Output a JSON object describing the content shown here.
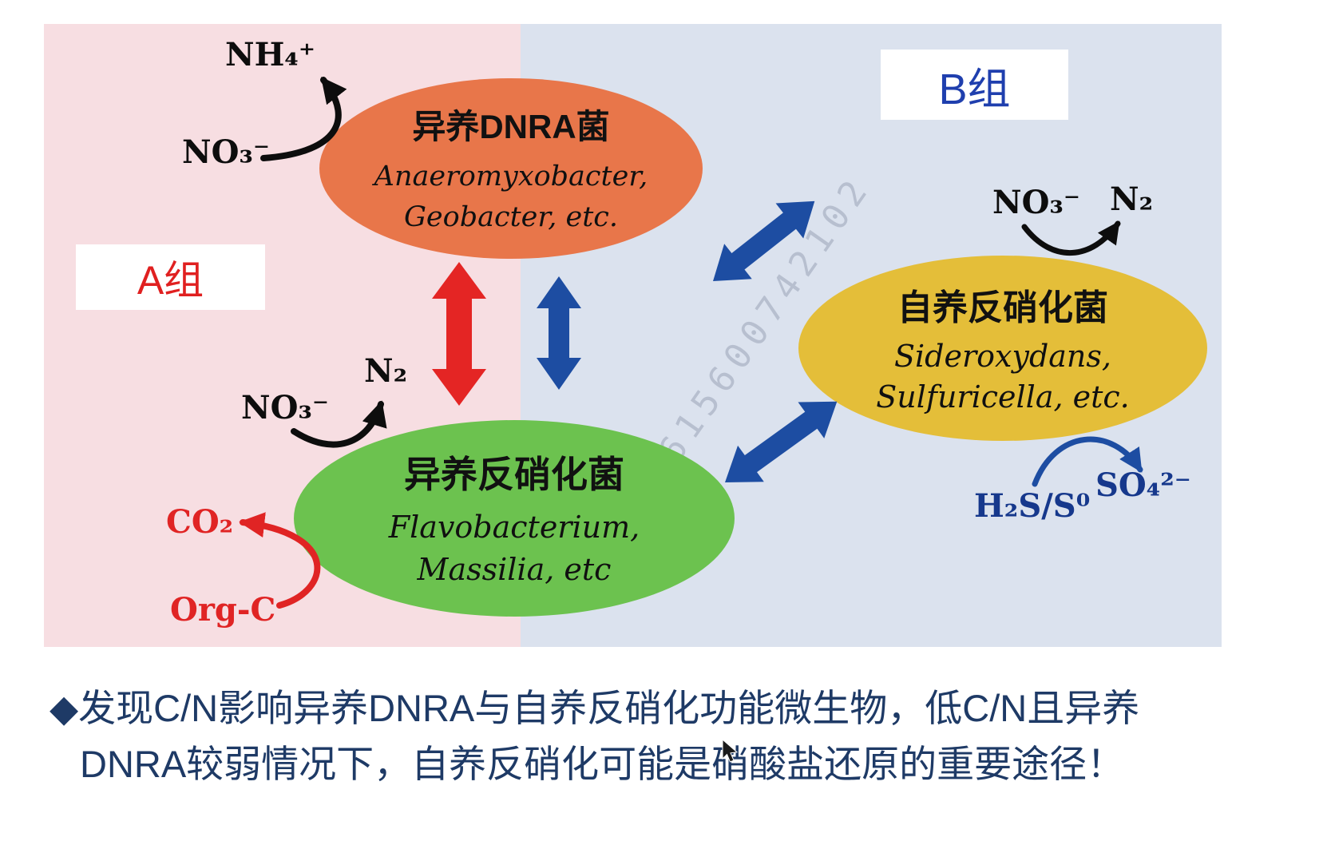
{
  "groups": {
    "a_label": "A组",
    "b_label": "B组"
  },
  "nodes": {
    "hetero_dnra": {
      "title": "异养DNRA菌",
      "species": [
        "Anaeromyxobacter,",
        "Geobacter, etc."
      ]
    },
    "hetero_denitrifier": {
      "title": "异养反硝化菌",
      "species": [
        "Flavobacterium,",
        "Massilia, etc"
      ]
    },
    "auto_denitrifier": {
      "title": "自养反硝化菌",
      "species": [
        "Sideroxydans,",
        "Sulfuricella, etc."
      ]
    }
  },
  "chemicals": {
    "nh4": "NH₄⁺",
    "no3_dnra": "NO₃⁻",
    "no3_hetero": "NO₃⁻",
    "n2_hetero": "N₂",
    "co2": "CO₂",
    "org_c": "Org-C",
    "no3_auto": "NO₃⁻",
    "n2_auto": "N₂",
    "h2s": "H₂S/S⁰",
    "so4": "SO₄²⁻"
  },
  "watermark": "0615600742102",
  "caption": {
    "line1": "◆发现C/N影响异养DNRA与自养反硝化功能微生物，低C/N且异养",
    "line2": "DNRA较弱情况下，自养反硝化可能是硝酸盐还原的重要途径！"
  },
  "colors": {
    "panel-a": "#f7dee2",
    "panel-b": "#dbe2ee",
    "ellipse-dnra": "#e8764a",
    "ellipse-hetero": "#6cc24f",
    "ellipse-auto": "#e4be39",
    "arrow-red": "#e42524",
    "arrow-blue": "#1d4da2",
    "chem-black": "#0d0d0d",
    "chem-red": "#e02424",
    "chem-navy": "#16388c",
    "label-a": "#e02020",
    "label-b": "#1f3fae",
    "caption": "#1e3a66"
  }
}
